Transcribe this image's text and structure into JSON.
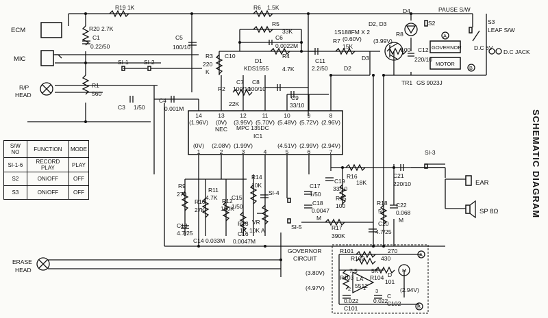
{
  "title": "SCHEMATIC DIAGRAM",
  "inputs": {
    "ecm": "ECM",
    "mic": "MIC",
    "rp_head": "R/P",
    "rp_head2": "HEAD",
    "erase_head": "ERASE",
    "erase_head2": "HEAD"
  },
  "ic": {
    "name": "MPC 135DC",
    "ref": "IC1",
    "pins_top": [
      {
        "num": "14",
        "v": "(1.96V)"
      },
      {
        "num": "13",
        "v": "(0V)",
        "extra": "NEC"
      },
      {
        "num": "12",
        "v": "(3.95V)"
      },
      {
        "num": "11",
        "v": "(5.70V)"
      },
      {
        "num": "10",
        "v": "(5.48V)"
      },
      {
        "num": "9",
        "v": "(5.72V)"
      },
      {
        "num": "8",
        "v": "(2.96V)"
      }
    ],
    "pins_bottom": [
      {
        "num": "1",
        "v": "(0V)"
      },
      {
        "num": "2",
        "v": "(2.08V)"
      },
      {
        "num": "3",
        "v": "(1.99V)"
      },
      {
        "num": "4",
        "v": ""
      },
      {
        "num": "5",
        "v": "(4.51V)"
      },
      {
        "num": "6",
        "v": "(2.99V)"
      },
      {
        "num": "7",
        "v": "(2.94V)"
      }
    ]
  },
  "components": {
    "r19": "R19  1K",
    "r20": "R20  2.7K",
    "c1": "C1",
    "c1v": "0.22/50",
    "r1": "R1",
    "r1v": "560",
    "r6": "R6",
    "r6v": "1.5K",
    "r5": "R5",
    "r5v": "33K",
    "c6": "C6",
    "c6v": "0.0022M",
    "c5": "C5",
    "c5v": "100/10",
    "r3": "R3",
    "r3v": "220",
    "r3k": "K",
    "c10": "C10",
    "d1": "D1",
    "d1v": "KDS1555",
    "r4": "R4",
    "r4v": "4.7K",
    "c7": "C7",
    "c7v": "100/10",
    "c8": "C8",
    "c8v": "100/10",
    "r2": "R2",
    "r2v": "22K",
    "c9": "C9",
    "c9v": "33/10",
    "c3": "C3",
    "c3v": "1/50",
    "c4": "C4",
    "c4v": "0.001M",
    "si1": "SI-1",
    "si2": "SI-2",
    "si3": "SI-3",
    "si4": "SI-4",
    "si5": "SI-5",
    "c11": "C11",
    "c11v": "2.2/50",
    "d2": "D2",
    "r7": "R7",
    "r7v": "15K",
    "d2d3": "D2, D3",
    "d2d3v": "1S188FM X 2",
    "d2d3c": "(0.60V)",
    "d3": "D3",
    "r8": "R8",
    "r8v": "100",
    "c12": "C12",
    "c12v": "220/10",
    "tr1": "TR1",
    "tr1v": "GS 9023J",
    "q_v": "(3.99V)",
    "d4": "D4",
    "pause": "PAUSE  S/W",
    "s2": "S2",
    "s3": "S3",
    "leaf": "LEAF  S/W",
    "governor": "GOVERNOR",
    "motor": "MOTOR",
    "dc6v": "D.C 6V",
    "dcjack": "D.C JACK",
    "r9": "R9",
    "r9v": "270",
    "r10": "R10",
    "r10v": "27K",
    "r11": "R11",
    "r11v": "4.7K",
    "r12": "R12",
    "r12v": "150K",
    "c13": "C13",
    "c13v": "4.7/25",
    "c14": "C14  0.033M",
    "c15": "C15",
    "c15v": "1/50",
    "r13": "R13",
    "r13v": "1K",
    "c16": "C16",
    "c16v": "0.0047M",
    "r14": "R14",
    "r14v": "10K",
    "vr": "VR",
    "vrv": "10K A",
    "c17": "C17",
    "c17v": "1/50",
    "c18": "C18",
    "c18v": "0.0047",
    "c18m": "M",
    "c19": "C19",
    "c19v": "33/10",
    "r15": "R15",
    "r15v": "100",
    "r16": "R16",
    "r16v": "18K",
    "r17": "R17",
    "r17v": "390K",
    "r18": "R18",
    "r18v": "56",
    "c20": "C20",
    "c20v": "4.7/25",
    "c21": "C21",
    "c21v": "220/10",
    "c22": "C22",
    "c22v": "0.068",
    "c22m": "M",
    "ear": "EAR",
    "sp": "SP 8Ω",
    "gov_circuit": "GOVERNOR",
    "gov_circuit2": "CIRCUIT",
    "r101": "R101",
    "r101v": "270",
    "r102": "R102",
    "r102v": "430",
    "r103": "R103",
    "r103v": "7.5",
    "r104": "R104",
    "r104v": "5K",
    "la": "LA",
    "lav": "5512",
    "d101": "D",
    "d101v": "101",
    "c101": "C101",
    "c101v": "0.022",
    "c102": "C102",
    "c102v": "0.022",
    "c102c": "C",
    "v380": "(3.80V)",
    "v497": "(4.97V)",
    "v294": "(2.94V)",
    "m": "M",
    "a": "A",
    "b": "B",
    "n1": "1",
    "n2": "2",
    "n3": "3"
  },
  "switch_table": {
    "headers": [
      "S/W NO",
      "FUNCTION",
      "MODE"
    ],
    "rows": [
      [
        "SI-1-6",
        "RECORD PLAY",
        "PLAY"
      ],
      [
        "S2",
        "ON/OFF",
        "OFF"
      ],
      [
        "S3",
        "ON/OFF",
        "OFF"
      ]
    ]
  }
}
